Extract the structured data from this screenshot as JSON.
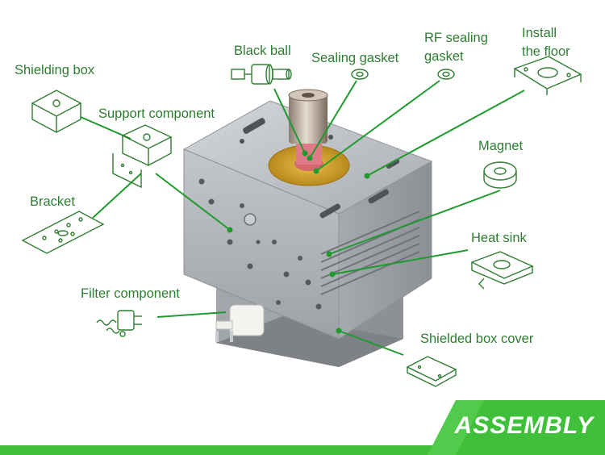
{
  "diagram": {
    "labels": {
      "black_ball": "Black ball",
      "sealing_gasket": "Sealing gasket",
      "rf_sealing_gasket_line1": "RF sealing",
      "rf_sealing_gasket_line2": "gasket",
      "install_floor_line1": "Install",
      "install_floor_line2": "the floor",
      "shielding_box": "Shielding box",
      "support_component": "Support component",
      "magnet": "Magnet",
      "bracket": "Bracket",
      "heat_sink": "Heat sink",
      "filter_component": "Filter component",
      "shielded_box_cover": "Shielded box cover"
    },
    "banner_text": "ASSEMBLY"
  },
  "colors": {
    "label_green": "#2e7d32",
    "line_green": "#1f9a2e",
    "banner_green": "#3fbf3a",
    "body_grey": "#b9bcc0"
  },
  "icons": [
    "black-ball-icon",
    "sealing-gasket-icon",
    "rf-gasket-icon",
    "install-floor-icon",
    "shielding-box-icon",
    "support-component-icon",
    "magnet-icon",
    "bracket-icon",
    "heat-sink-icon",
    "filter-component-icon",
    "shielded-box-cover-icon"
  ]
}
